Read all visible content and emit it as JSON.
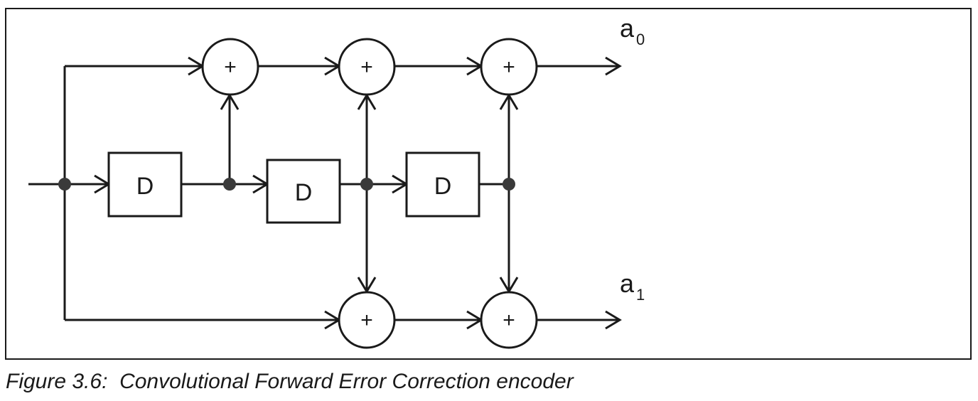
{
  "diagram": {
    "adder_symbol": "+",
    "delay_label": "D",
    "outputs": [
      {
        "base": "a",
        "subscript": "0"
      },
      {
        "base": "a",
        "subscript": "1"
      }
    ],
    "adder_count": 5,
    "delay_count": 3
  },
  "caption": "Figure 3.6:  Convolutional Forward Error Correction encoder"
}
